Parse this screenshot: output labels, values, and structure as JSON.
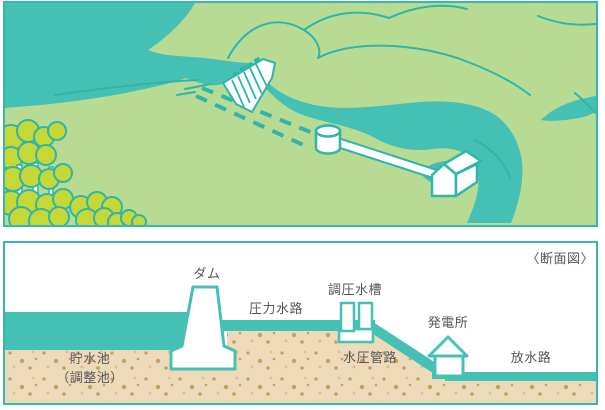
{
  "colors": {
    "teal": "#45C0B5",
    "teal_line": "#2FB5AB",
    "green_land": "#B7DB93",
    "lime_tree": "#C5D838",
    "sand": "#ECDAB9",
    "sand_speckle": "#C79E62",
    "label_text": "#57575A",
    "white": "#FFFFFF"
  },
  "cross_section": {
    "title": "〈断面図〉",
    "labels": {
      "dam": "ダム",
      "pressure_waterway": "圧力水路",
      "surge_tank": "調圧水槽",
      "penstock": "水圧管路",
      "power_station": "発電所",
      "tailrace": "放水路",
      "reservoir_line1": "貯水池",
      "reservoir_line2": "（調整池）"
    }
  }
}
